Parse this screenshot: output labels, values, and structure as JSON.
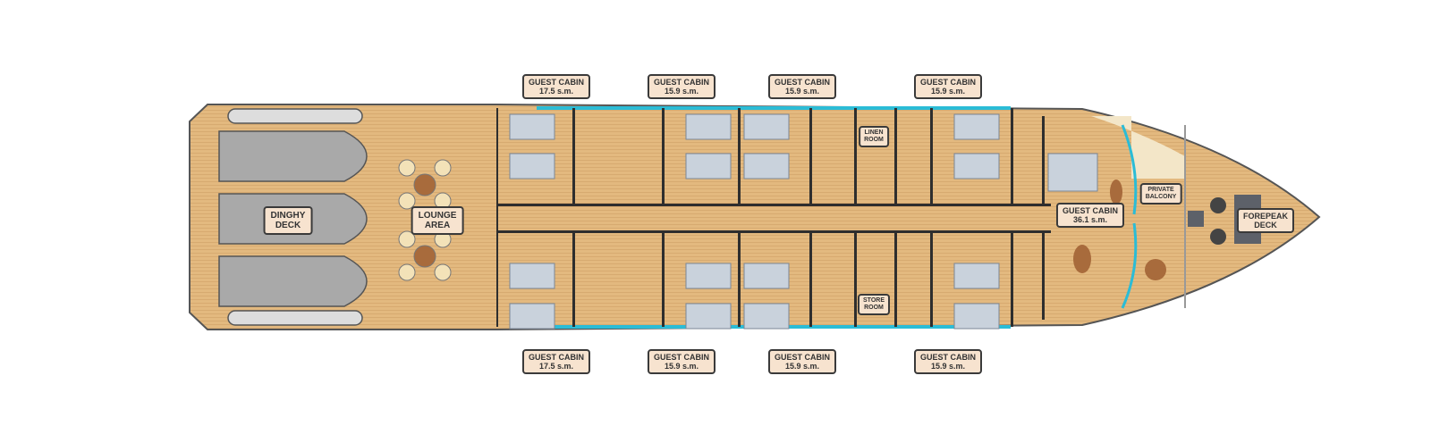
{
  "cabins_top": [
    {
      "name": "GUEST CABIN",
      "area": "17.5 s.m."
    },
    {
      "name": "GUEST CABIN",
      "area": "15.9 s.m."
    },
    {
      "name": "GUEST CABIN",
      "area": "15.9 s.m."
    },
    {
      "name": "GUEST CABIN",
      "area": "15.9 s.m."
    }
  ],
  "cabins_bottom": [
    {
      "name": "GUEST CABIN",
      "area": "17.5 s.m."
    },
    {
      "name": "GUEST CABIN",
      "area": "15.9 s.m."
    },
    {
      "name": "GUEST CABIN",
      "area": "15.9 s.m."
    },
    {
      "name": "GUEST CABIN",
      "area": "15.9 s.m."
    }
  ],
  "master_cabin": {
    "name": "GUEST CABIN",
    "area": "36.1 s.m."
  },
  "areas": {
    "dinghy": [
      "DINGHY",
      "DECK"
    ],
    "lounge": [
      "LOUNGE",
      "AREA"
    ],
    "linen": [
      "LINEN",
      "ROOM"
    ],
    "store": [
      "STORE",
      "ROOM"
    ],
    "balcony": [
      "PRIVATE",
      "BALCONY"
    ],
    "forepeak": [
      "FOREPEAK",
      "DECK"
    ]
  },
  "colors": {
    "deck": "#e3b97f",
    "wall": "#2e2e2e",
    "glass": "#2bbcd6",
    "bed": "#c9d2dc",
    "tender": "#a9a9a9",
    "label_bg": "#f7e3cf"
  }
}
